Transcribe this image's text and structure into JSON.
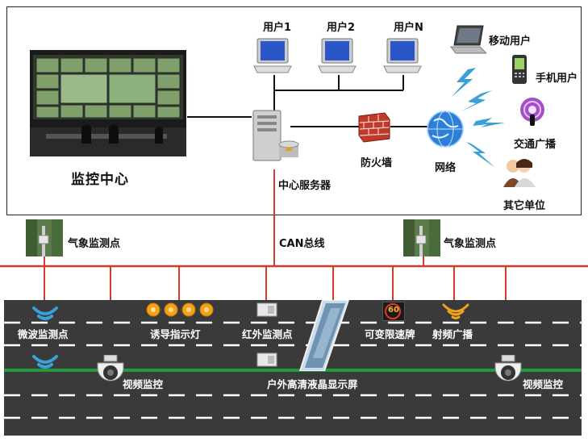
{
  "control_center": {
    "label": "监控中心"
  },
  "users": [
    {
      "label": "用户1"
    },
    {
      "label": "用户2"
    },
    {
      "label": "用户N"
    }
  ],
  "server": {
    "label": "中心服务器"
  },
  "firewall": {
    "label": "防火墙"
  },
  "network": {
    "label": "网络"
  },
  "endpoints": [
    {
      "label": "移动用户"
    },
    {
      "label": "手机用户"
    },
    {
      "label": "交通广播"
    },
    {
      "label": "其它单位"
    }
  ],
  "bus": {
    "label": "CAN总线"
  },
  "weather_stations": [
    {
      "label": "气象监测点"
    },
    {
      "label": "气象监测点"
    }
  ],
  "road_devices": {
    "microwave": "微波监测点",
    "guide_lights": "诱导指示灯",
    "infrared": "红外监测点",
    "speed_sign": "可变限速牌",
    "speed_value": "60",
    "radio": "射频广播",
    "video_left": "视频监控",
    "video_right": "视频监控",
    "led_screen": "户外高清液晶显示屏"
  },
  "colors": {
    "bus_line": "#d63a2f",
    "road": "#3a3a3a",
    "green_line": "#1f9a3c",
    "lightning": "#3aa0d8"
  }
}
